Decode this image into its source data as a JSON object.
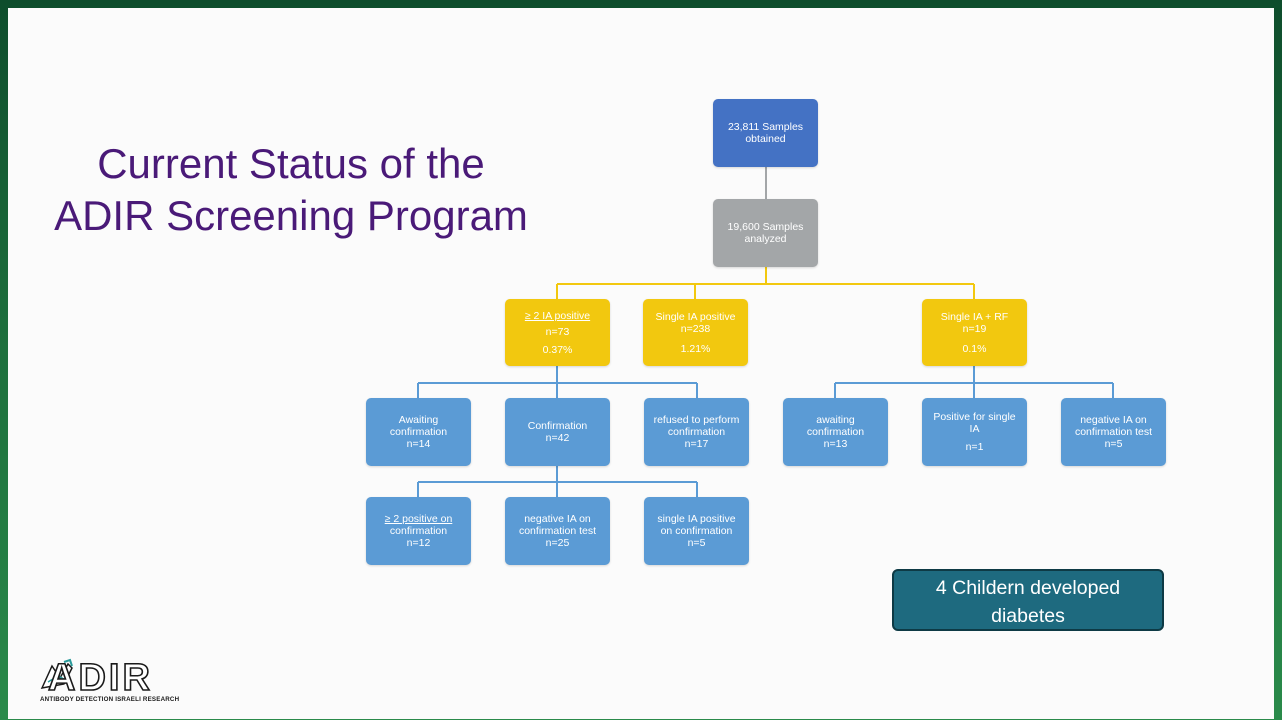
{
  "slide": {
    "title_line1": "Current Status of the",
    "title_line2": "ADIR Screening Program"
  },
  "colors": {
    "title": "#4a1a78",
    "root_box": "#4472c4",
    "analyzed_box": "#a3a6a8",
    "category_box": "#f2c80f",
    "result_box": "#5b9bd5",
    "category_connector": "#f2c80f",
    "result_connector": "#5b9bd5",
    "callout": "#1e6a7f"
  },
  "diagram": {
    "samples_obtained": {
      "line1": "23,811 Samples",
      "line2": "obtained"
    },
    "samples_analyzed": {
      "line1": "19,600 Samples",
      "line2": "analyzed"
    },
    "multi_ia": {
      "line1": "≥ 2 IA positive",
      "line2": "n=73",
      "line3": "0.37%"
    },
    "single_ia": {
      "line1": "Single IA positive",
      "line2": "n=238",
      "line3": "1.21%"
    },
    "single_ia_rf": {
      "line1": "Single IA + RF",
      "line2": "n=19",
      "line3": "0.1%"
    },
    "awaiting_confirmation": {
      "line1": "Awaiting",
      "line2": "confirmation",
      "line3": "n=14"
    },
    "confirmation": {
      "line1": "Confirmation",
      "line2": "n=42"
    },
    "refused": {
      "line1": "refused to perform",
      "line2": "confirmation",
      "line3": "n=17"
    },
    "rf_awaiting": {
      "line1": "awaiting",
      "line2": "confirmation",
      "line3": "n=13"
    },
    "rf_positive_single": {
      "line1": "Positive for single",
      "line2": "IA",
      "line3": "n=1"
    },
    "rf_negative": {
      "line1": "negative IA on",
      "line2": "confirmation test",
      "line3": "n=5"
    },
    "conf_multi_positive": {
      "line1": "≥ 2 positive on",
      "line2": "confirmation",
      "line3": "n=12"
    },
    "conf_negative": {
      "line1": "negative IA on",
      "line2": "confirmation test",
      "line3": "n=25"
    },
    "conf_single_positive": {
      "line1": "single IA positive",
      "line2": "on confirmation",
      "line3": "n=5"
    }
  },
  "callout": {
    "line1": "4 Childern developed",
    "line2": "diabetes"
  },
  "logo": {
    "wordmark": "ADIR",
    "tagline": "ANTIBODY DETECTION ISRAELI RESEARCH"
  }
}
